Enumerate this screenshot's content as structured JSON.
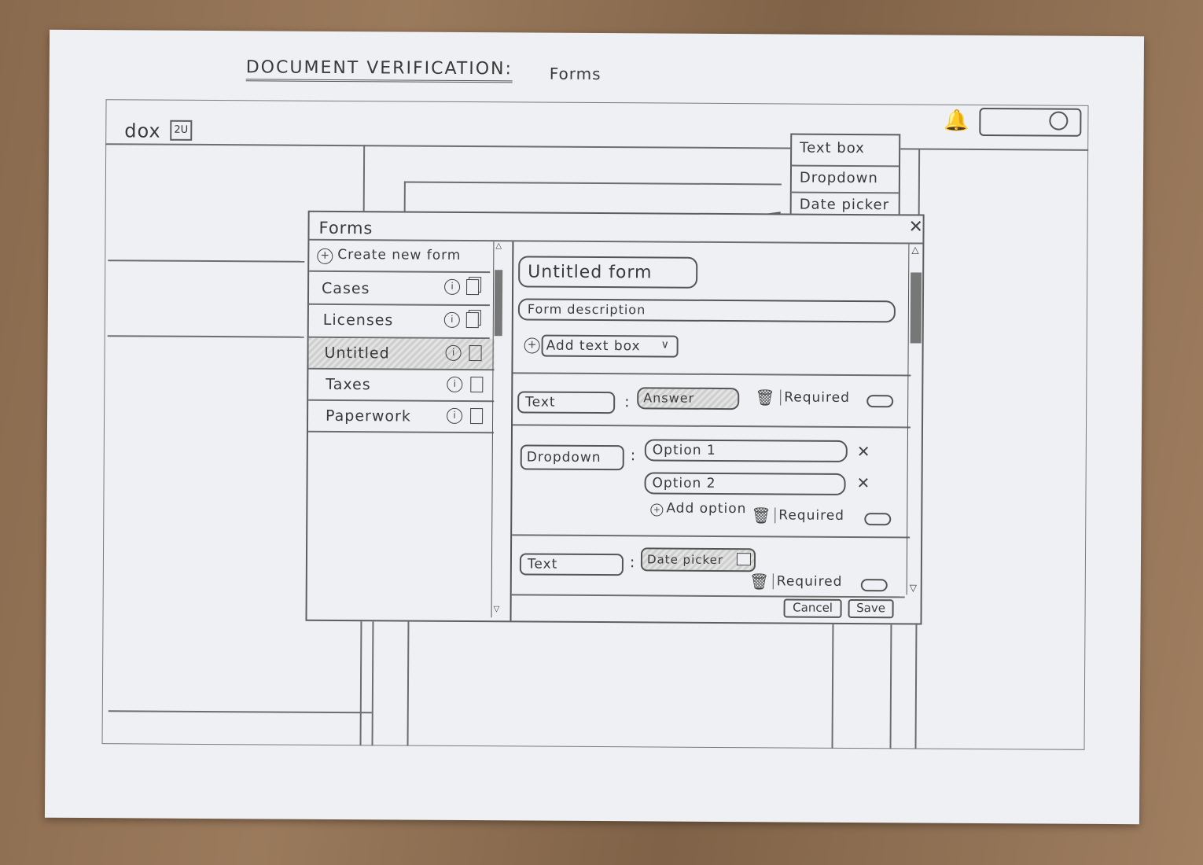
{
  "heading": {
    "title": "DOCUMENT VERIFICATION:",
    "subtitle": "Forms"
  },
  "app": {
    "logo_text": "dox",
    "logo_badge": "2U"
  },
  "dropdown_menu": {
    "items": [
      "Text box",
      "Dropdown",
      "Date picker"
    ]
  },
  "dialog": {
    "title": "Forms",
    "create_label": "Create new form",
    "forms_list": [
      {
        "label": "Cases",
        "selected": false
      },
      {
        "label": "Licenses",
        "selected": false
      },
      {
        "label": "Untitled",
        "selected": true
      },
      {
        "label": "Taxes",
        "selected": false
      },
      {
        "label": "Paperwork",
        "selected": false
      }
    ],
    "form_title": "Untitled form",
    "form_description": "Form description",
    "add_field_label": "Add text box",
    "fields": {
      "text_label": "Text",
      "text_answer": "Answer",
      "dropdown_label": "Dropdown",
      "option1": "Option 1",
      "option2": "Option 2",
      "add_option": "Add option",
      "date_label": "Text",
      "date_picker": "Date picker",
      "required": "Required"
    },
    "cancel_label": "Cancel",
    "save_label": "Save"
  }
}
